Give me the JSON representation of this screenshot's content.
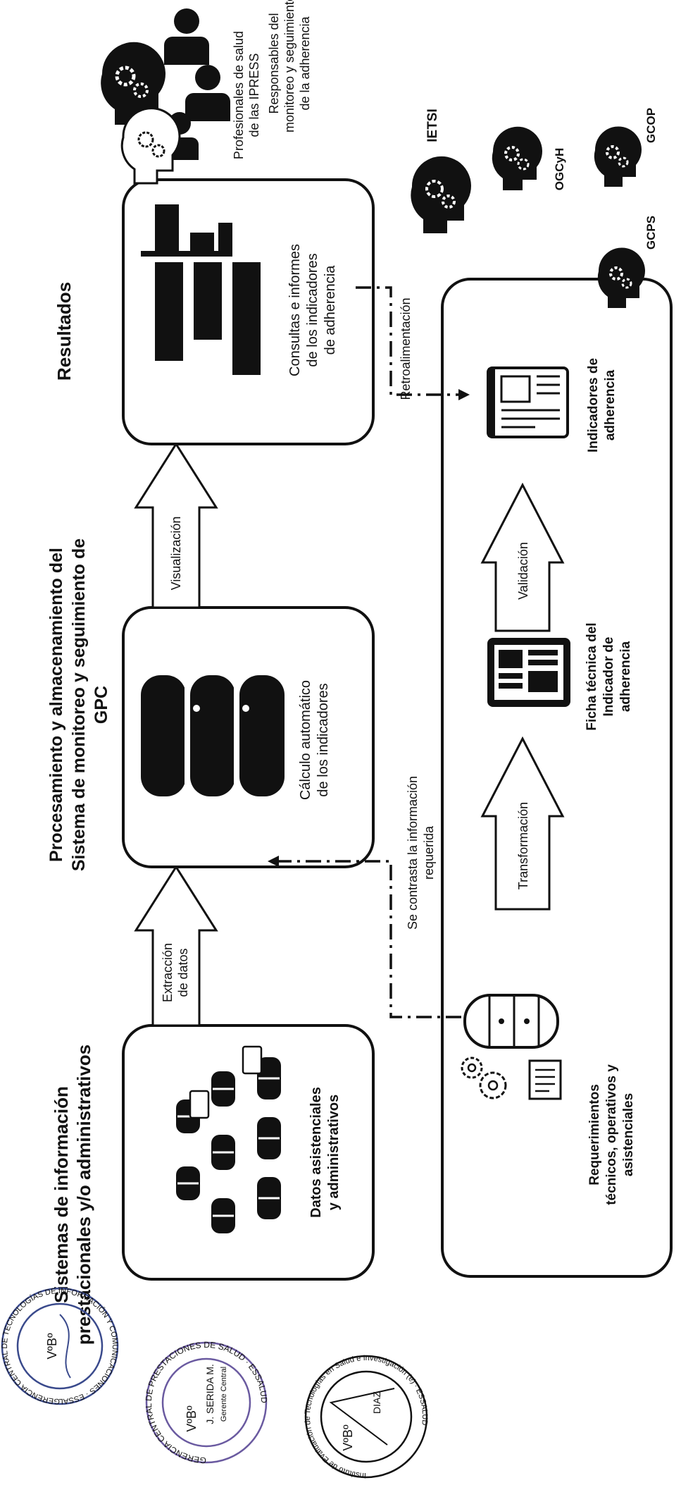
{
  "sections": {
    "sistemas_title_1": "Sistemas de información",
    "sistemas_title_2": "prestacionales y/o administrativos",
    "procesamiento_title_1": "Procesamiento y almacenamiento del",
    "procesamiento_title_2": "Sistema de monitoreo y seguimiento de",
    "procesamiento_title_3": "GPC",
    "resultados_title": "Resultados"
  },
  "boxes": {
    "datos_1": "Datos asistenciales",
    "datos_2": "y administrativos",
    "calculo_1": "Cálculo automático",
    "calculo_2": "de los indicadores",
    "consultas_1": "Consultas e informes",
    "consultas_2": "de los indicadores",
    "consultas_3": "de adherencia"
  },
  "arrows": {
    "extraccion_1": "Extracción",
    "extraccion_2": "de datos",
    "visualizacion": "Visualización",
    "validacion": "Validación",
    "transformacion": "Transformación",
    "retroalimentacion": "Retroalimentación",
    "contrasta_1": "Se contrasta la información",
    "contrasta_2": "requerida"
  },
  "inner": {
    "req_1": "Requerimientos",
    "req_2": "técnicos, operativos y",
    "req_3": "asistenciales",
    "ficha_1": "Ficha técnica del",
    "ficha_2": "Indicador de",
    "ficha_3": "adherencia",
    "ind_1": "Indicadores de",
    "ind_2": "adherencia"
  },
  "actors": {
    "prof_1": "Profesionales de salud",
    "prof_2": "de las IPRESS",
    "resp_1": "Responsables del",
    "resp_2": "monitoreo y seguimiento",
    "resp_3": "de la adherencia",
    "ietsi": "IETSI",
    "ogcyh": "OGCyH",
    "gcop": "GCOP",
    "gcps": "GCPS"
  },
  "stamps": {
    "stamp1_ring": "GERENCIA CENTRAL DE TECNOLOGÍAS DE INFORMACIÓN Y COMUNICACIONES · ESSALUD",
    "stamp1_vb": "VºBº",
    "stamp2_ring": "GERENCIA CENTRAL DE PRESTACIONES DE SALUD · ESSALUD",
    "stamp2_vb": "VºBº",
    "stamp2_name": "J. SERIDA M.",
    "stamp2_role": "Gerente Central",
    "stamp3_ring": "Instituto de Evaluación de Tecnologías en Salud e Investigación (e) · ESSALUD",
    "stamp3_vb": "VºBº",
    "stamp3_name": "DIAZ"
  },
  "colors": {
    "ink": "#111111",
    "stamp_blue": "#3a4a8c",
    "stamp_purple": "#6a5aa0"
  }
}
